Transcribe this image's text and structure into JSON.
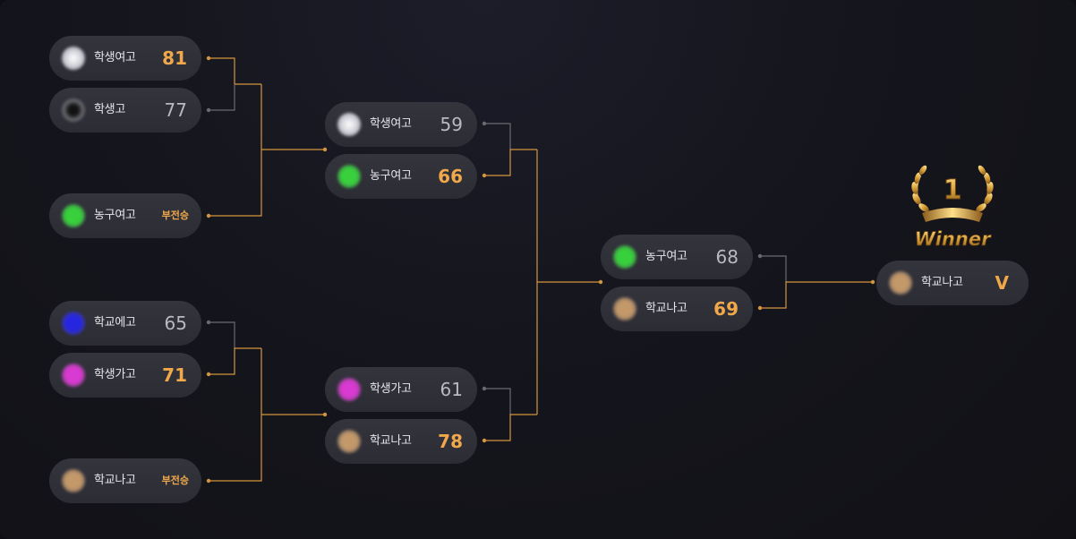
{
  "colors": {
    "gold": "#f0a84a",
    "pill_bg": "#2f2f37",
    "wire": "#d4953e"
  },
  "logos": {
    "gray_white": "#e8e8ee",
    "dark_gray": "#1a1a1f",
    "green": "#38d13c",
    "blue": "#2626e0",
    "magenta": "#d93ad1",
    "tan": "#c4996a"
  },
  "round1": [
    {
      "team": "학생여고",
      "score": "81",
      "result": "win",
      "logo": "gray_white"
    },
    {
      "team": "학생고",
      "score": "77",
      "result": "lose",
      "logo": "dark_gray"
    },
    {
      "team": "농구여고",
      "score": "부전승",
      "result": "bye",
      "logo": "green"
    },
    {
      "team": "학교에고",
      "score": "65",
      "result": "lose",
      "logo": "blue"
    },
    {
      "team": "학생가고",
      "score": "71",
      "result": "win",
      "logo": "magenta"
    },
    {
      "team": "학교나고",
      "score": "부전승",
      "result": "bye",
      "logo": "tan"
    }
  ],
  "round2": [
    {
      "team": "학생여고",
      "score": "59",
      "result": "lose",
      "logo": "gray_white"
    },
    {
      "team": "농구여고",
      "score": "66",
      "result": "win",
      "logo": "green"
    },
    {
      "team": "학생가고",
      "score": "61",
      "result": "lose",
      "logo": "magenta"
    },
    {
      "team": "학교나고",
      "score": "78",
      "result": "win",
      "logo": "tan"
    }
  ],
  "final": [
    {
      "team": "농구여고",
      "score": "68",
      "result": "lose",
      "logo": "green"
    },
    {
      "team": "학교나고",
      "score": "69",
      "result": "win",
      "logo": "tan"
    }
  ],
  "champion": {
    "team": "학교나고",
    "mark": "V",
    "logo": "tan"
  },
  "trophy": {
    "rank": "1",
    "title": "Winner"
  }
}
